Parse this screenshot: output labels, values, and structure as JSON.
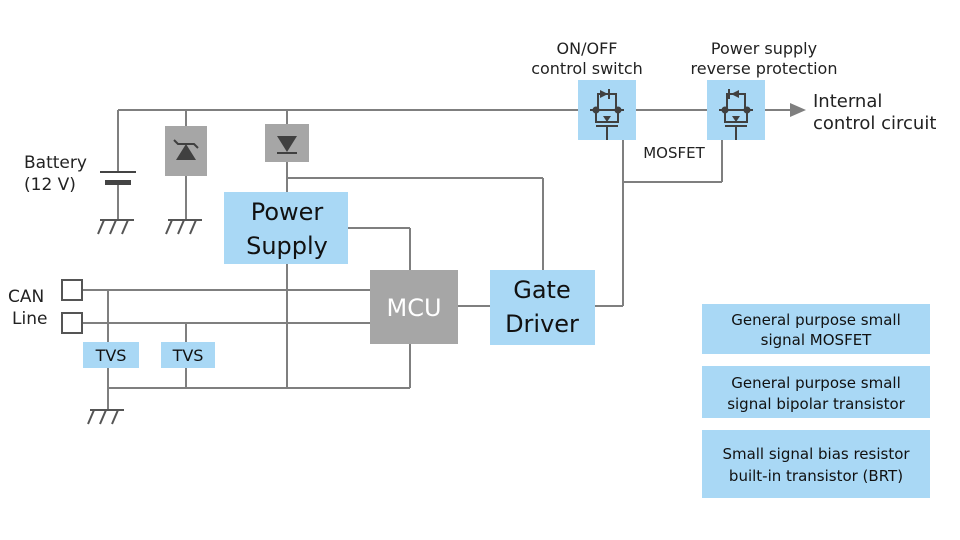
{
  "labels": {
    "battery_line1": "Battery",
    "battery_line2": "(12 V)",
    "can_line1": "CAN",
    "can_line2": "Line",
    "switch_line1": "ON/OFF",
    "switch_line2": "control switch",
    "protect_line1": "Power supply",
    "protect_line2": "reverse protection",
    "internal_line1": "Internal",
    "internal_line2": "control circuit",
    "mosfet": "MOSFET"
  },
  "blocks": {
    "power_supply_line1": "Power",
    "power_supply_line2": "Supply",
    "mcu": "MCU",
    "gate_driver_line1": "Gate",
    "gate_driver_line2": "Driver",
    "tvs1": "TVS",
    "tvs2": "TVS"
  },
  "legend": [
    {
      "line1": "General purpose small",
      "line2": "signal MOSFET"
    },
    {
      "line1": "General purpose small",
      "line2": "signal bipolar transistor"
    },
    {
      "line1": "Small signal bias resistor",
      "line2": "built-in transistor (BRT)"
    }
  ],
  "colors": {
    "blue_block": "#a9d8f5",
    "gray_block": "#a6a6a6",
    "wire": "#7f7f7f",
    "text": "#222222"
  }
}
